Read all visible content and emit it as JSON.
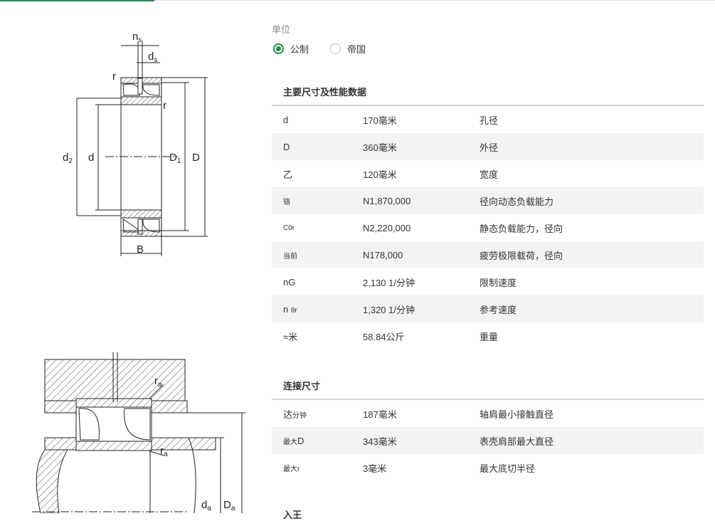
{
  "unit": {
    "label": "单位",
    "options": [
      {
        "label": "公制",
        "selected": true
      },
      {
        "label": "帝国",
        "selected": false
      }
    ]
  },
  "drawing_labels": {
    "ns": "n",
    "ns_sub": "s",
    "ds": "d",
    "ds_sub": "s",
    "r1": "r",
    "r2": "r",
    "d2": "d",
    "d2_sub": "2",
    "d": "d",
    "D1": "D",
    "D1_sub": "1",
    "D": "D",
    "B": "B",
    "ra1": "r",
    "ra1_sub": "a",
    "ra2": "r",
    "ra2_sub": "a",
    "da": "d",
    "da_sub": "a",
    "Da": "D",
    "Da_sub": "a"
  },
  "main": {
    "title": "主要尺寸及性能数据",
    "rows": [
      {
        "symbol": "d",
        "value": "170毫米",
        "desc": "孔径"
      },
      {
        "symbol": "D",
        "value": "360毫米",
        "desc": "外径"
      },
      {
        "symbol": "乙",
        "value": "120毫米",
        "desc": "宽度"
      },
      {
        "symbol": "铬",
        "value": "N1,870,000",
        "desc": "径向动态负载能力"
      },
      {
        "symbol": "C0r",
        "value": "N2,220,000",
        "desc": "静态负载能力，径向"
      },
      {
        "symbol": "当前",
        "value": "N178,000",
        "desc": "疲劳极限载荷，径向"
      },
      {
        "symbol": "nG",
        "value": "2,130 1/分钟",
        "desc": "限制速度"
      },
      {
        "symbol": "n",
        "symbol_sub": "θr",
        "value": "1,320 1/分钟",
        "desc": "参考速度"
      },
      {
        "symbol": "≈米",
        "value": "58.84公斤",
        "desc": "重量"
      }
    ]
  },
  "mounting": {
    "title": "连接尺寸",
    "rows": [
      {
        "symbol": "达",
        "symbol_sub": "分钟",
        "value": "187毫米",
        "desc": "轴肩最小接触直径"
      },
      {
        "symbol": "最大",
        "symbol_main": "D",
        "value": "343毫米",
        "desc": "表壳肩部最大直径"
      },
      {
        "symbol": "最大",
        "symbol_main": "r",
        "value": "3毫米",
        "desc": "最大底切半径"
      }
    ]
  },
  "next_section_partial": "入王"
}
